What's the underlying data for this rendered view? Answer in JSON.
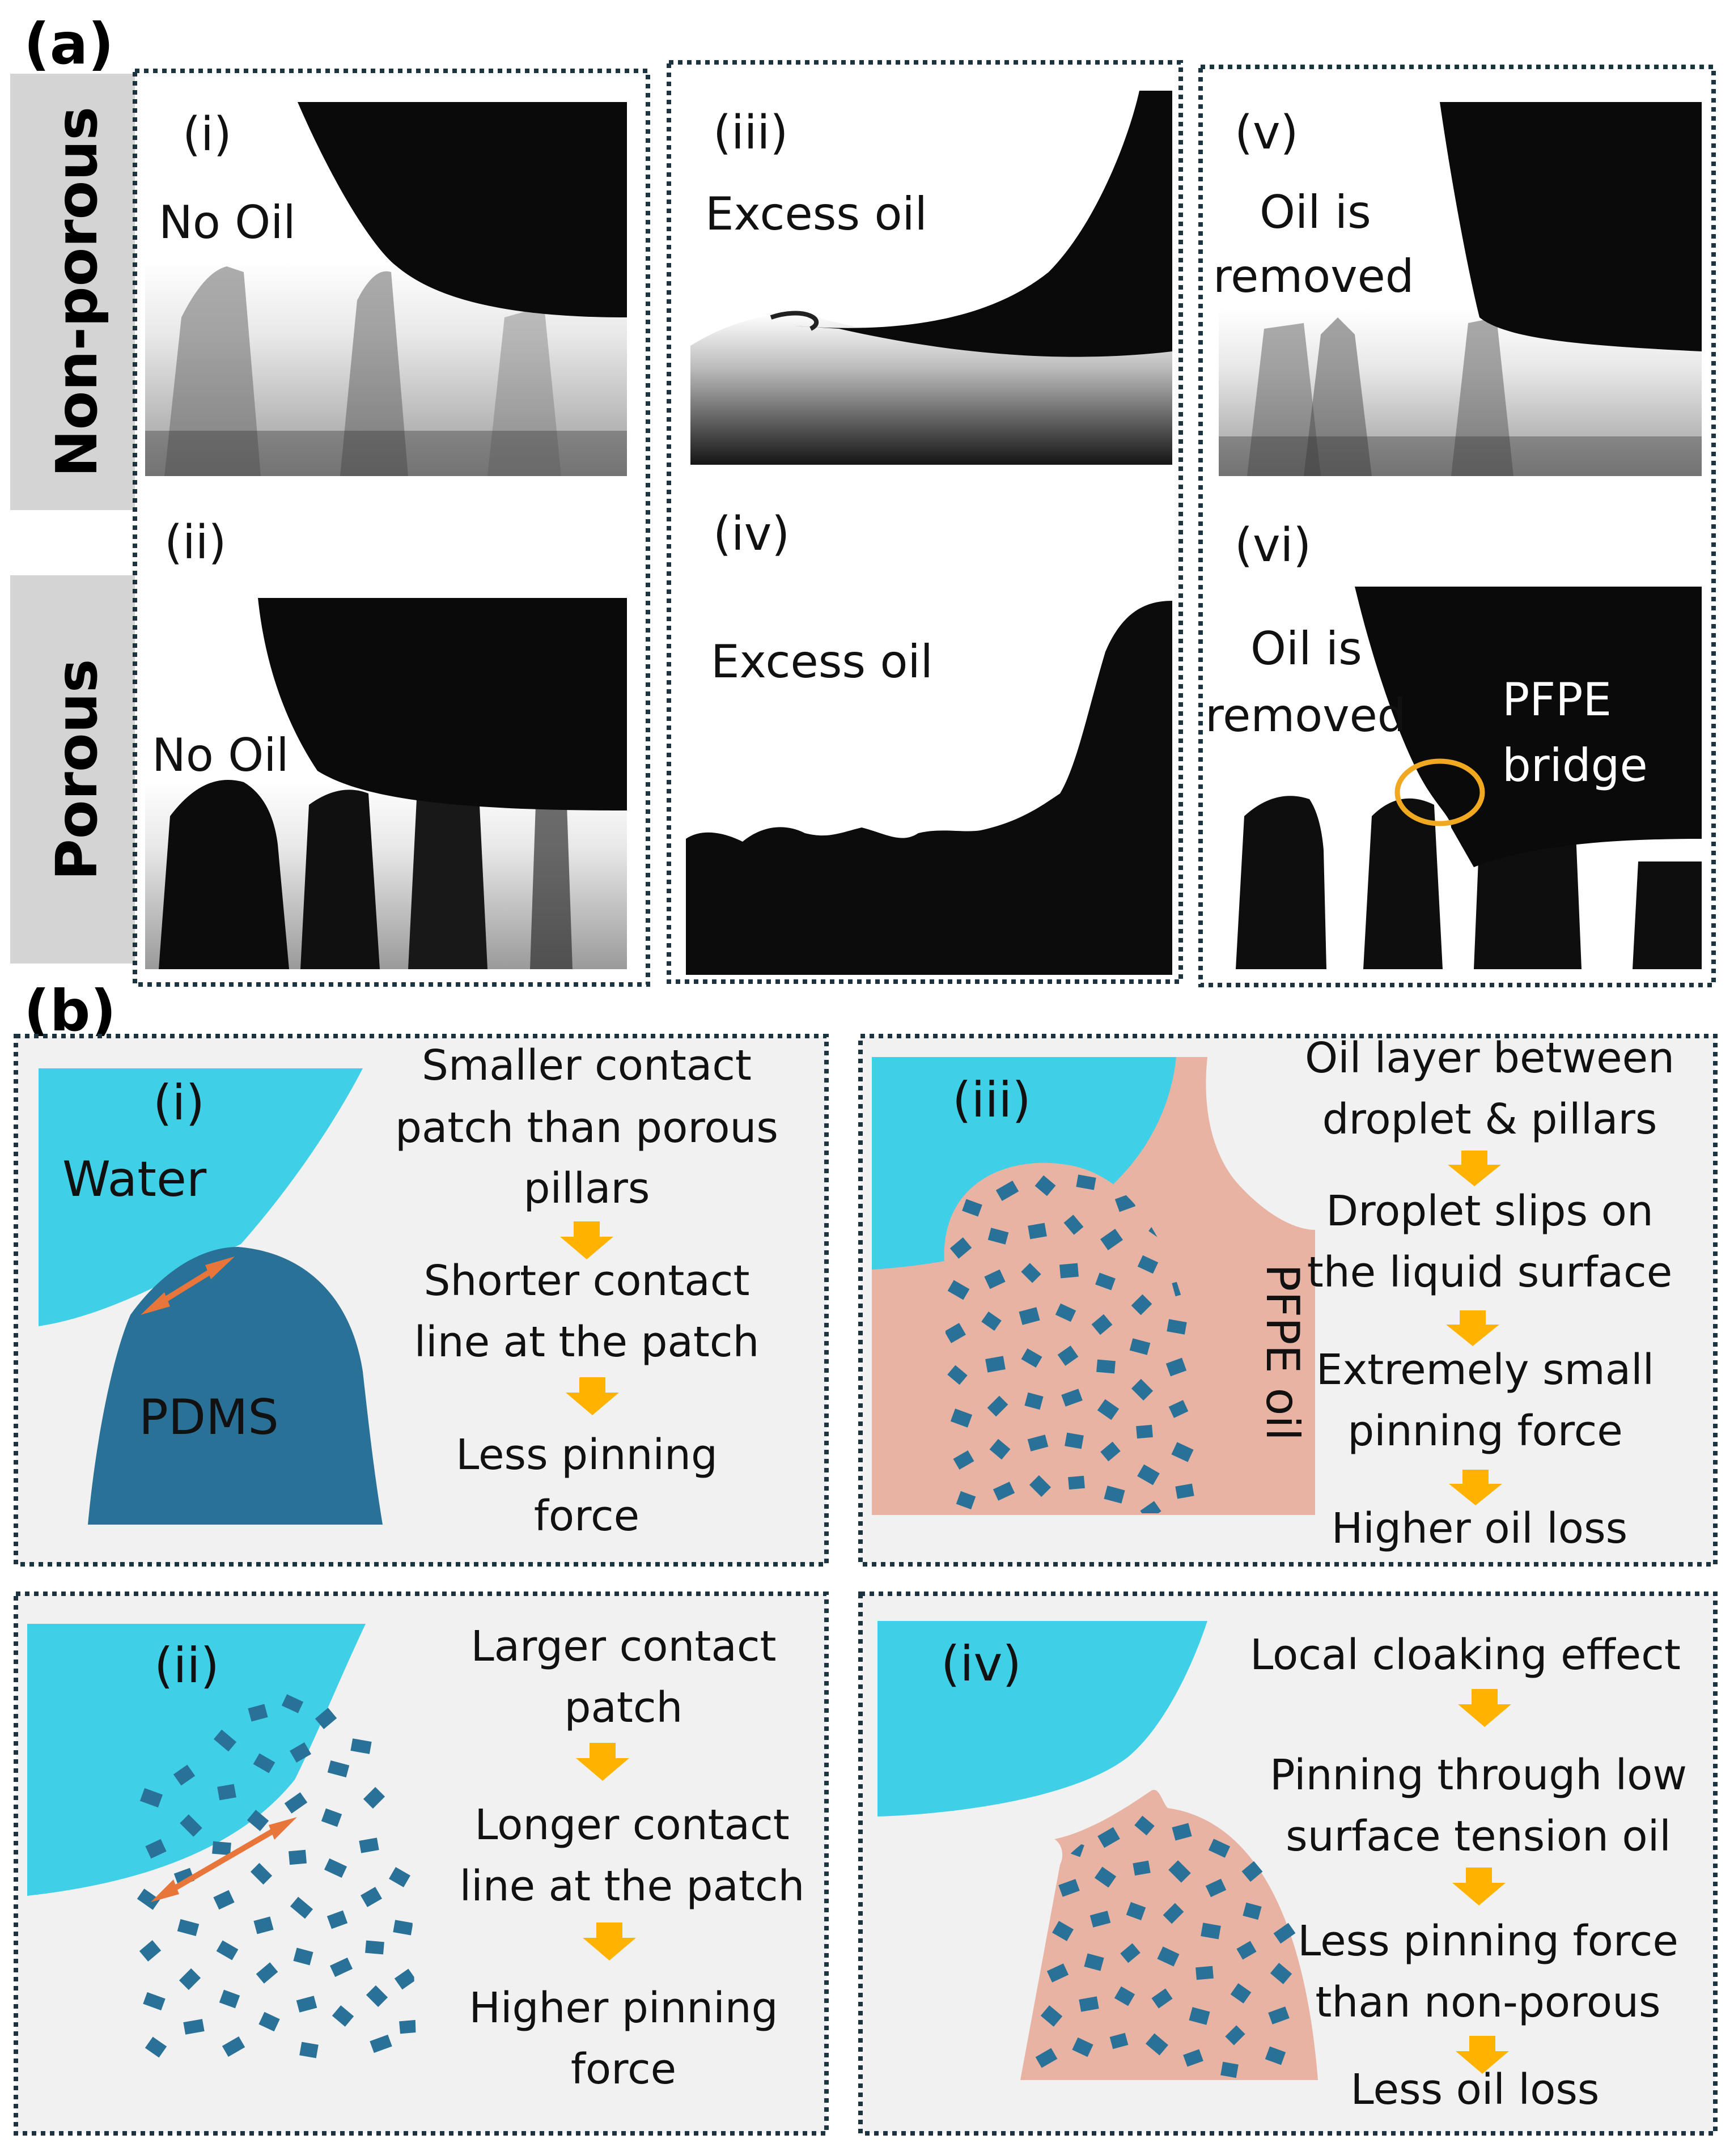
{
  "panel_a": {
    "label": "(a)",
    "row_labels": [
      "Non-porous",
      "Porous"
    ],
    "images": [
      {
        "id": "i",
        "roman": "(i)",
        "caption": "No Oil"
      },
      {
        "id": "ii",
        "roman": "(ii)",
        "caption": "No Oil"
      },
      {
        "id": "iii",
        "roman": "(iii)",
        "caption": "Excess oil"
      },
      {
        "id": "iv",
        "roman": "(iv)",
        "caption": "Excess oil"
      },
      {
        "id": "v",
        "roman": "(v)",
        "caption_lines": [
          "Oil is",
          "removed"
        ]
      },
      {
        "id": "vi",
        "roman": "(vi)",
        "caption_lines": [
          "Oil is",
          "removed"
        ],
        "annotation_lines": [
          "PFPE",
          "bridge"
        ]
      }
    ]
  },
  "panel_b": {
    "label": "(b)",
    "sub_i": {
      "roman": "(i)",
      "water": "Water",
      "solid": "PDMS",
      "steps": [
        [
          "Smaller contact",
          "patch than porous",
          "pillars"
        ],
        [
          "Shorter contact",
          "line at the patch"
        ],
        [
          "Less pinning",
          "force"
        ]
      ]
    },
    "sub_ii": {
      "roman": "(ii)",
      "steps": [
        [
          "Larger contact",
          "patch"
        ],
        [
          "Longer contact",
          "line at the patch"
        ],
        [
          "Higher pinning",
          "force"
        ]
      ]
    },
    "sub_iii": {
      "roman": "(iii)",
      "oil": "PFPE oil",
      "steps": [
        [
          "Oil layer between",
          "droplet & pillars"
        ],
        [
          "Droplet slips on",
          "the liquid surface"
        ],
        [
          "Extremely small",
          "pinning force"
        ],
        [
          "Higher oil loss"
        ]
      ]
    },
    "sub_iv": {
      "roman": "(iv)",
      "steps": [
        [
          "Local cloaking effect"
        ],
        [
          "Pinning through low",
          "surface tension oil"
        ],
        [
          "Less pinning force",
          "than non-porous"
        ],
        [
          "Less oil loss"
        ]
      ]
    }
  },
  "colors": {
    "water": "#3fd0e8",
    "pdms": "#2a7198",
    "oil": "#e8b3a3",
    "arrow": "#ffb300",
    "contact_arrow": "#e8763a",
    "highlight_circle": "#f0a820",
    "label_box": "#d4d4d4",
    "panel_bg": "#f1f1f1",
    "frame": "#1c3340"
  }
}
